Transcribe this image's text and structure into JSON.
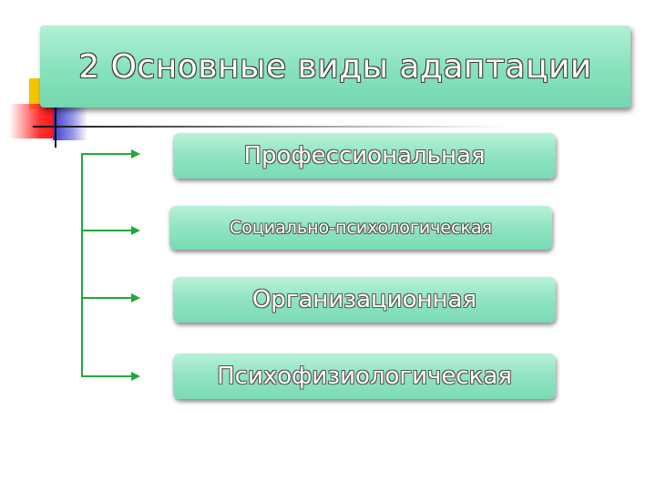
{
  "title": "2 Основные виды адаптации",
  "items": [
    {
      "label": "Профессиональная"
    },
    {
      "label": "Социально-психологическая"
    },
    {
      "label": "Организационная"
    },
    {
      "label": "Психофизиологическая"
    }
  ],
  "colors": {
    "box_fill": "#8fe4c2",
    "title_fill": "#86e2bd",
    "connector": "#1faa3a",
    "text": "#ffffff",
    "deco_yellow": "#f3c400",
    "deco_red": "#ff1a1a",
    "deco_blue": "#3a3ac8"
  }
}
